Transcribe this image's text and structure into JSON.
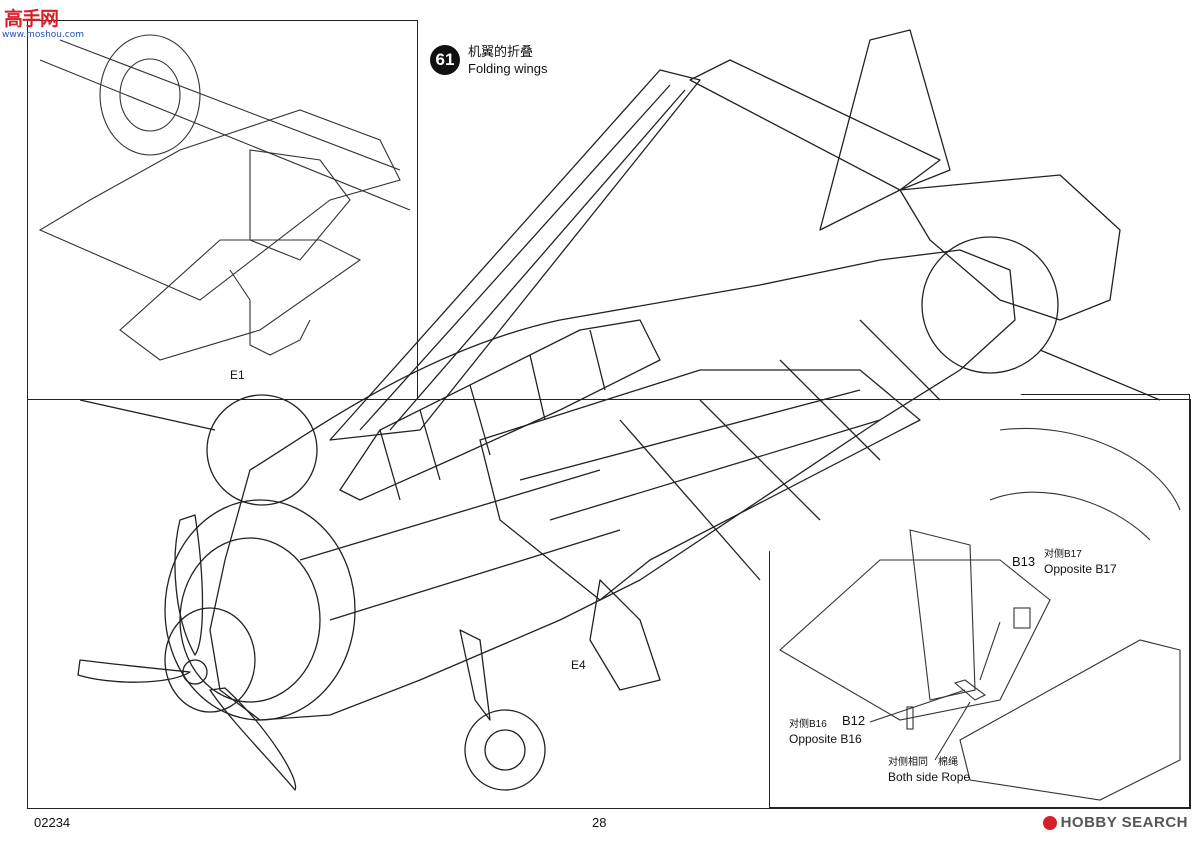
{
  "watermark": {
    "logo_text": "高手网",
    "url": "www.moshou.com"
  },
  "step": {
    "number": "61",
    "title_zh": "机翼的折叠",
    "title_en": "Folding wings"
  },
  "callouts": {
    "e1": "E1",
    "e4": "E4",
    "b13": "B13",
    "b13_note_zh": "对侧B17",
    "b13_note_en": "Opposite B17",
    "b12": "B12",
    "b12_note_zh": "对侧B16",
    "b12_note_en": "Opposite B16",
    "rope_zh_left": "对侧相同",
    "rope_zh_right": "棉绳",
    "rope_en": "Both side Rope"
  },
  "footer": {
    "code": "02234",
    "page": "28",
    "site": "HOBBY SEARCH"
  }
}
